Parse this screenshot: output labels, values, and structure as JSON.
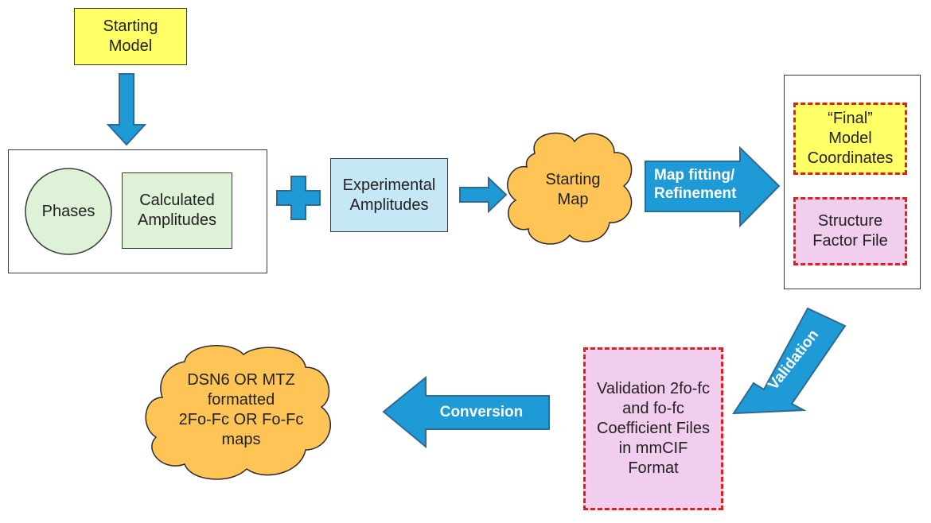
{
  "nodes": {
    "starting_model": [
      "Starting",
      "Model"
    ],
    "phases": "Phases",
    "calculated_amplitudes": [
      "Calculated",
      "Amplitudes"
    ],
    "experimental_amplitudes": [
      "Experimental",
      "Amplitudes"
    ],
    "starting_map": [
      "Starting",
      "Map"
    ],
    "final_coordinates": [
      "“Final”",
      "Model",
      "Coordinates"
    ],
    "structure_factor_file": [
      "Structure",
      "Factor File"
    ],
    "validation_files": [
      "Validation 2fo-fc",
      "and fo-fc",
      "Coefficient Files",
      "in mmCIF",
      "Format"
    ],
    "output_maps": [
      "DSN6 OR MTZ",
      "formatted",
      "2Fo-Fc OR Fo-Fc",
      "maps"
    ]
  },
  "edges": {
    "refinement": [
      "Map fitting/",
      "Refinement"
    ],
    "validation": "Validation",
    "conversion": "Conversion"
  },
  "colors": {
    "arrow_blue": "#1E9BD7",
    "arrow_border": "#2E6A94",
    "yellow": "#FFFF66",
    "green_light": "#DDF2D6",
    "blue_light": "#C5E7F6",
    "cloud_orange": "#FFC456",
    "pink": "#F1CDEE",
    "dashed_red": "#E0201F"
  }
}
